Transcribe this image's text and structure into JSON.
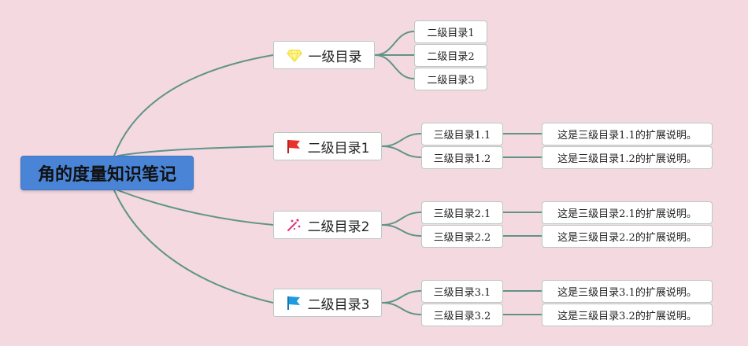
{
  "colors": {
    "background": "#f4d9e0",
    "root_fill": "#4a84d6",
    "link": "#5f9487",
    "node_border": "#b9c9c4",
    "diamond_icon": "#f2e23a",
    "red_flag_icon": "#e8322b",
    "sparkle_icon": "#e2347a",
    "blue_flag_icon": "#1e9be0"
  },
  "root": {
    "label": "角的度量知识笔记"
  },
  "level1": [
    {
      "label": "一级目录",
      "icon": "diamond-icon"
    },
    {
      "label": "二级目录1",
      "icon": "red-flag-icon"
    },
    {
      "label": "二级目录2",
      "icon": "sparkle-icon"
    },
    {
      "label": "二级目录3",
      "icon": "blue-flag-icon"
    }
  ],
  "level2": {
    "catalog": [
      "二级目录1",
      "二级目录2",
      "二级目录3"
    ],
    "group1": [
      "三级目录1.1",
      "三级目录1.2"
    ],
    "group2": [
      "三级目录2.1",
      "三级目录2.2"
    ],
    "group3": [
      "三级目录3.1",
      "三级目录3.2"
    ]
  },
  "level3": {
    "group1": [
      "这是三级目录1.1的扩展说明。",
      "这是三级目录1.2的扩展说明。"
    ],
    "group2": [
      "这是三级目录2.1的扩展说明。",
      "这是三级目录2.2的扩展说明。"
    ],
    "group3": [
      "这是三级目录3.1的扩展说明。",
      "这是三级目录3.2的扩展说明。"
    ]
  }
}
